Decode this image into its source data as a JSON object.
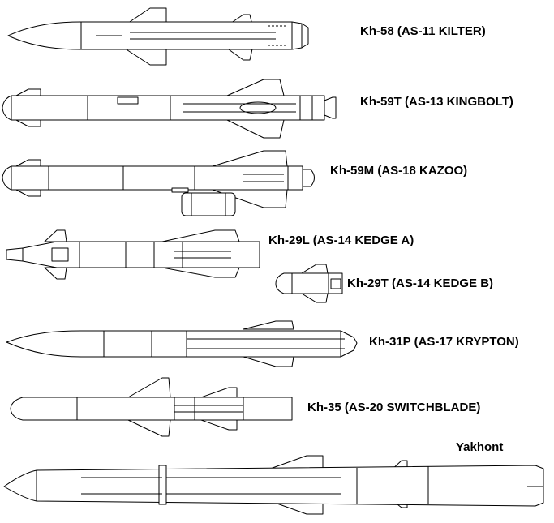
{
  "missiles": [
    {
      "id": "kh58",
      "label": "Kh-58 (AS-11 KILTER)"
    },
    {
      "id": "kh59t",
      "label": "Kh-59T (AS-13 KINGBOLT)"
    },
    {
      "id": "kh59m",
      "label": "Kh-59M (AS-18 KAZOO)"
    },
    {
      "id": "kh29l",
      "label": "Kh-29L (AS-14 KEDGE A)"
    },
    {
      "id": "kh29t",
      "label": "Kh-29T (AS-14 KEDGE B)"
    },
    {
      "id": "kh31p",
      "label": "Kh-31P (AS-17 KRYPTON)"
    },
    {
      "id": "kh35",
      "label": "Kh-35 (AS-20 SWITCHBLADE)"
    },
    {
      "id": "yakhont",
      "label": "Yakhont"
    }
  ],
  "colors": {
    "line": "#000000",
    "background": "#ffffff"
  }
}
